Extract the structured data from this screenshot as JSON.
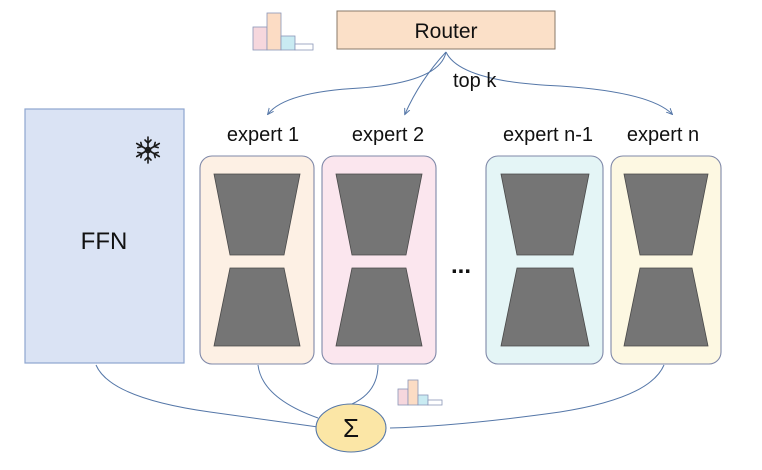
{
  "router": {
    "label": "Router"
  },
  "routing": {
    "label": "top k"
  },
  "ffn": {
    "label": "FFN",
    "frozen_icon": "snowflake-icon"
  },
  "experts": [
    {
      "label": "expert 1",
      "fill": "#fdf0e4"
    },
    {
      "label": "expert 2",
      "fill": "#fbe6ee"
    },
    {
      "label": "expert n-1",
      "fill": "#e4f5f6"
    },
    {
      "label": "expert n",
      "fill": "#fdf8e2"
    }
  ],
  "ellipsis": {
    "label": "..."
  },
  "sum": {
    "label": "Σ"
  },
  "histogram_icon": "bar-histogram-icon",
  "colors": {
    "router_fill": "#fbe0c8",
    "ffn_fill": "#dae3f4",
    "ffn_stroke": "#8ea5cf",
    "sum_fill": "#fbe6a6",
    "trapezoid_fill": "#757575",
    "line": "#5577a8"
  }
}
